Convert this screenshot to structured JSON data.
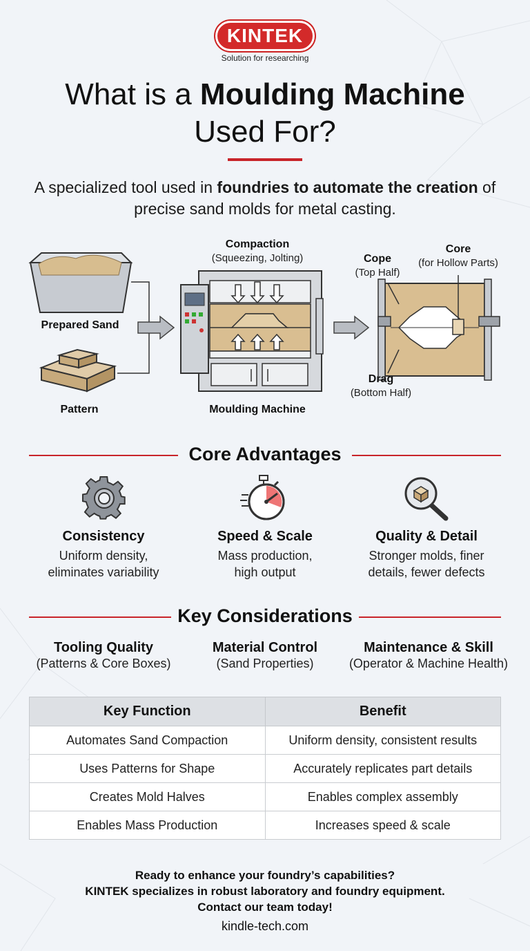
{
  "header": {
    "logo_text": "KINTEK",
    "tagline": "Solution for researching",
    "title_part1": "What is a ",
    "title_bold": "Moulding Machine",
    "title_part2": "Used For?",
    "subtitle_part1": "A specialized tool used in ",
    "subtitle_bold": "foundries to automate the creation",
    "subtitle_part2": " of precise sand molds for metal casting."
  },
  "diagram": {
    "prepared_sand": "Prepared Sand",
    "pattern": "Pattern",
    "compaction": "Compaction",
    "compaction_sub": "(Squeezing, Jolting)",
    "machine": "Moulding Machine",
    "cope": "Cope",
    "cope_sub": "(Top Half)",
    "core": "Core",
    "core_sub": "(for Hollow Parts)",
    "drag": "Drag",
    "drag_sub": "(Bottom Half)"
  },
  "advantages": {
    "heading": "Core Advantages",
    "items": [
      {
        "title": "Consistency",
        "line1": "Uniform density,",
        "line2": "eliminates variability",
        "icon": "gear-icon"
      },
      {
        "title": "Speed & Scale",
        "line1": "Mass production,",
        "line2": "high output",
        "icon": "stopwatch-icon"
      },
      {
        "title": "Quality & Detail",
        "line1": "Stronger molds, finer",
        "line2": "details, fewer defects",
        "icon": "magnifier-icon"
      }
    ]
  },
  "considerations": {
    "heading": "Key Considerations",
    "items": [
      {
        "title": "Tooling Quality",
        "desc": "(Patterns & Core Boxes)"
      },
      {
        "title": "Material Control",
        "desc": "(Sand Properties)"
      },
      {
        "title": "Maintenance & Skill",
        "desc": "(Operator & Machine Health)"
      }
    ]
  },
  "table": {
    "headers": [
      "Key Function",
      "Benefit"
    ],
    "rows": [
      [
        "Automates Sand Compaction",
        "Uniform density, consistent results"
      ],
      [
        "Uses Patterns for Shape",
        "Accurately replicates part details"
      ],
      [
        "Creates Mold Halves",
        "Enables complex assembly"
      ],
      [
        "Enables Mass Production",
        "Increases speed & scale"
      ]
    ]
  },
  "footer": {
    "line1": "Ready to enhance your foundry’s capabilities?",
    "line2": "KINTEK specializes in robust laboratory and foundry equipment.",
    "line3": "Contact our team today!",
    "url": "kindle-tech.com"
  },
  "colors": {
    "accent_red": "#c8242a",
    "sand": "#d7bd8f",
    "metal": "#c9ccd1",
    "background": "#f1f4f8"
  }
}
